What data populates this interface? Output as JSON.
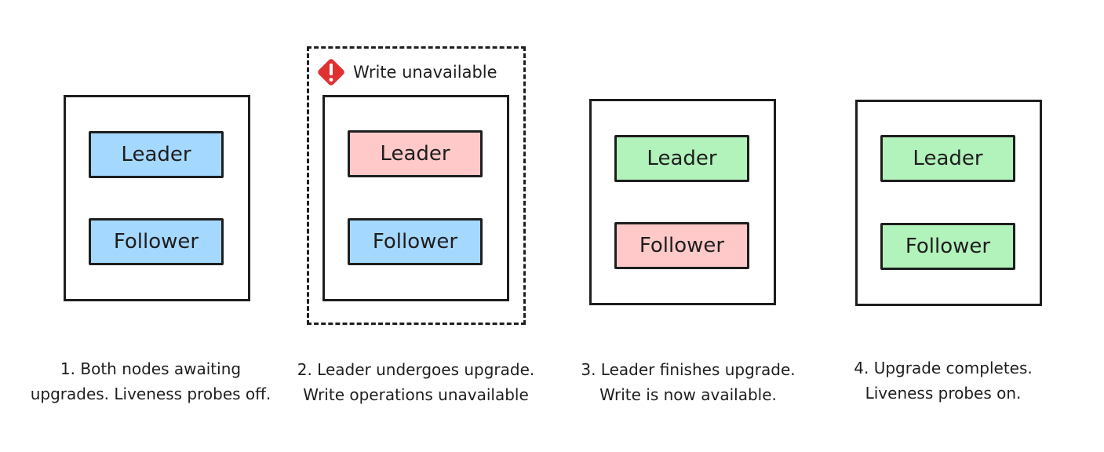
{
  "colors": {
    "stroke": "#1e1e1e",
    "node_blue": "#a5d8ff",
    "node_red": "#ffc9c9",
    "node_green": "#b2f2bb",
    "warning": "#e03131"
  },
  "warning": {
    "icon": "warning-diamond-icon",
    "label": "Write unavailable"
  },
  "stages": [
    {
      "leader": {
        "label": "Leader",
        "status": "blue"
      },
      "follower": {
        "label": "Follower",
        "status": "blue"
      },
      "caption": [
        "1. Both nodes awaiting",
        "upgrades. Liveness probes off."
      ]
    },
    {
      "leader": {
        "label": "Leader",
        "status": "red"
      },
      "follower": {
        "label": "Follower",
        "status": "blue"
      },
      "caption": [
        "2. Leader undergoes upgrade.",
        "Write operations unavailable"
      ]
    },
    {
      "leader": {
        "label": "Leader",
        "status": "green"
      },
      "follower": {
        "label": "Follower",
        "status": "red"
      },
      "caption": [
        "3. Leader finishes upgrade.",
        "Write is now available."
      ]
    },
    {
      "leader": {
        "label": "Leader",
        "status": "green"
      },
      "follower": {
        "label": "Follower",
        "status": "green"
      },
      "caption": [
        "4. Upgrade completes.",
        "Liveness probes on."
      ]
    }
  ]
}
